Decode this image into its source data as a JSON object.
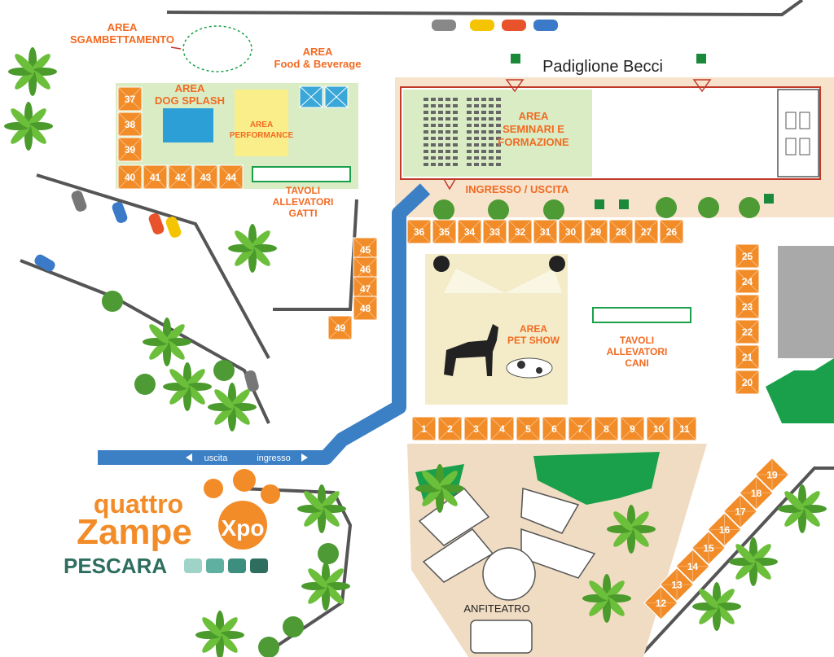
{
  "venue": {
    "pavilion_name": "Padiglione Becci",
    "entrance_exit": "INGRESSO / USCITA",
    "path_exit": "uscita",
    "path_entrance": "ingresso",
    "amphitheatre": "ANFITEATRO"
  },
  "areas": {
    "sgambettamento": [
      "AREA",
      "SGAMBETTAMENTO"
    ],
    "food_beverage": [
      "AREA",
      "Food & Beverage"
    ],
    "dog_splash": [
      "AREA",
      "DOG SPLASH"
    ],
    "performance": [
      "AREA",
      "PERFORMANCE"
    ],
    "seminari": [
      "AREA",
      "SEMINARI E",
      "FORMAZIONE"
    ],
    "pet_show": [
      "AREA",
      "PET SHOW"
    ],
    "tavoli_gatti": [
      "TAVOLI",
      "ALLEVATORI",
      "GATTI"
    ],
    "tavoli_cani": [
      "TAVOLI",
      "ALLEVATORI",
      "CANI"
    ]
  },
  "brand": {
    "logo_line1": "quattro",
    "logo_line2": "Zampe",
    "logo_line3": "Xpo",
    "city": "PESCARA"
  },
  "stalls": {
    "left_column": [
      "37",
      "38",
      "39"
    ],
    "bottom_row_garden": [
      "40",
      "41",
      "42",
      "43",
      "44"
    ],
    "pavilion_front_row": [
      "36",
      "35",
      "34",
      "33",
      "32",
      "31",
      "30",
      "29",
      "28",
      "27",
      "26"
    ],
    "cat_area_column": [
      "45",
      "46",
      "47",
      "48",
      "49"
    ],
    "right_column": [
      "25",
      "24",
      "23",
      "22",
      "21",
      "20"
    ],
    "bottom_row": [
      "1",
      "2",
      "3",
      "4",
      "5",
      "6",
      "7",
      "8",
      "9",
      "10",
      "11"
    ],
    "diagonal_row": [
      "12",
      "13",
      "14",
      "15",
      "16",
      "17",
      "18",
      "19"
    ]
  },
  "colors": {
    "stall": "#f28c28",
    "label": "#f26a21",
    "path": "#3b7fc4",
    "garden": "#d9ecc4",
    "pavilion_floor": "#f7e3cc",
    "grass": "#1aa04a",
    "logo_teal": "#2e6e5e"
  }
}
